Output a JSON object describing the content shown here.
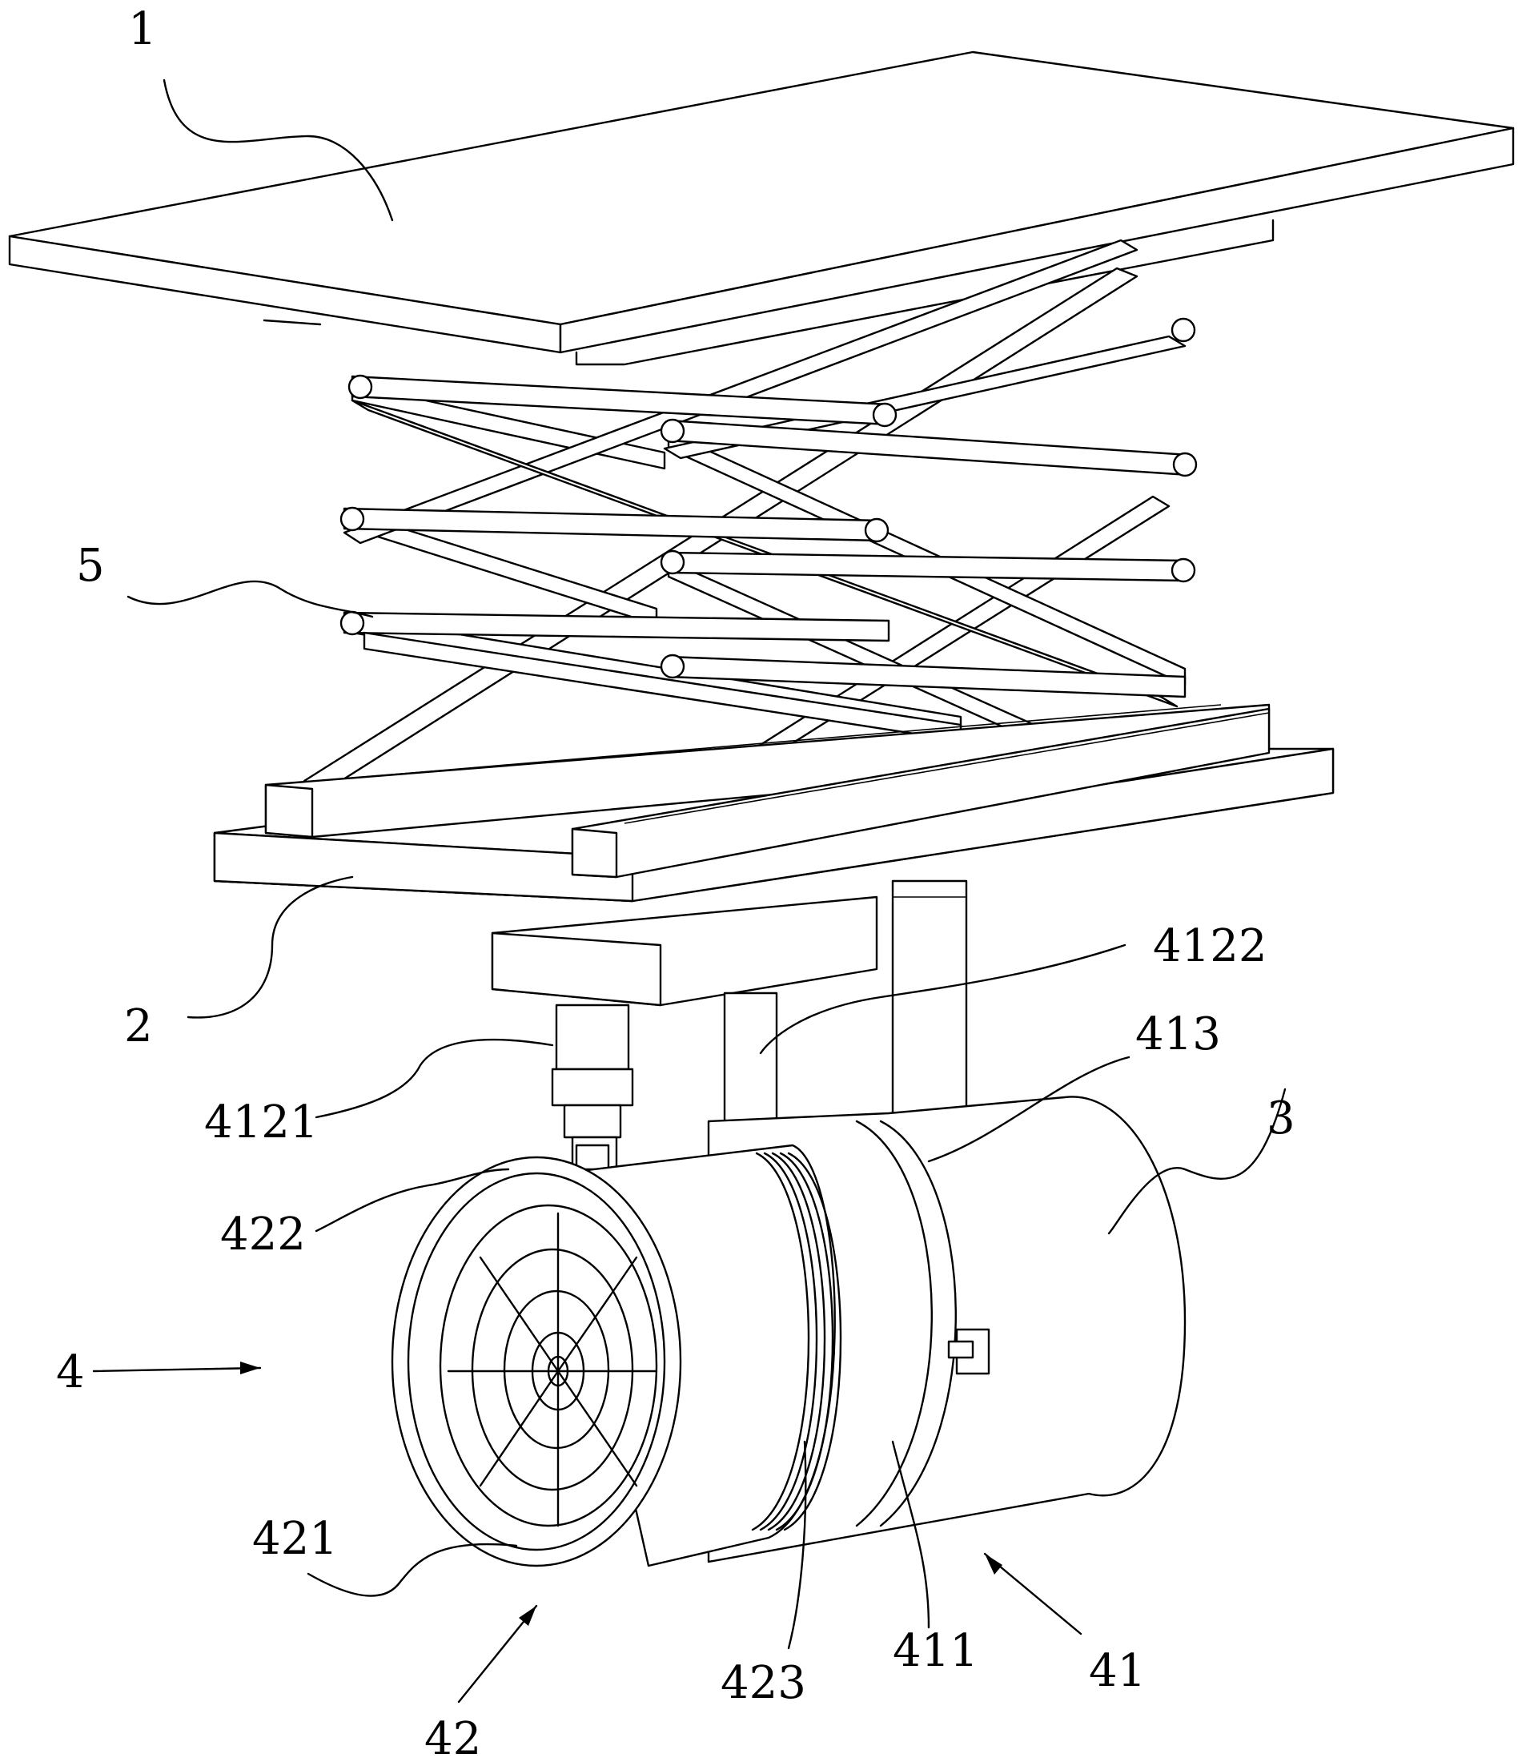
{
  "figure": {
    "labels": [
      {
        "id": "1",
        "text": "1"
      },
      {
        "id": "5",
        "text": "5"
      },
      {
        "id": "2",
        "text": "2"
      },
      {
        "id": "4122",
        "text": "4122"
      },
      {
        "id": "413",
        "text": "413"
      },
      {
        "id": "4121",
        "text": "4121"
      },
      {
        "id": "3",
        "text": "3"
      },
      {
        "id": "422",
        "text": "422"
      },
      {
        "id": "4",
        "text": "4"
      },
      {
        "id": "421",
        "text": "421"
      },
      {
        "id": "423",
        "text": "423"
      },
      {
        "id": "411",
        "text": "411"
      },
      {
        "id": "41",
        "text": "41"
      },
      {
        "id": "42",
        "text": "42"
      }
    ]
  }
}
